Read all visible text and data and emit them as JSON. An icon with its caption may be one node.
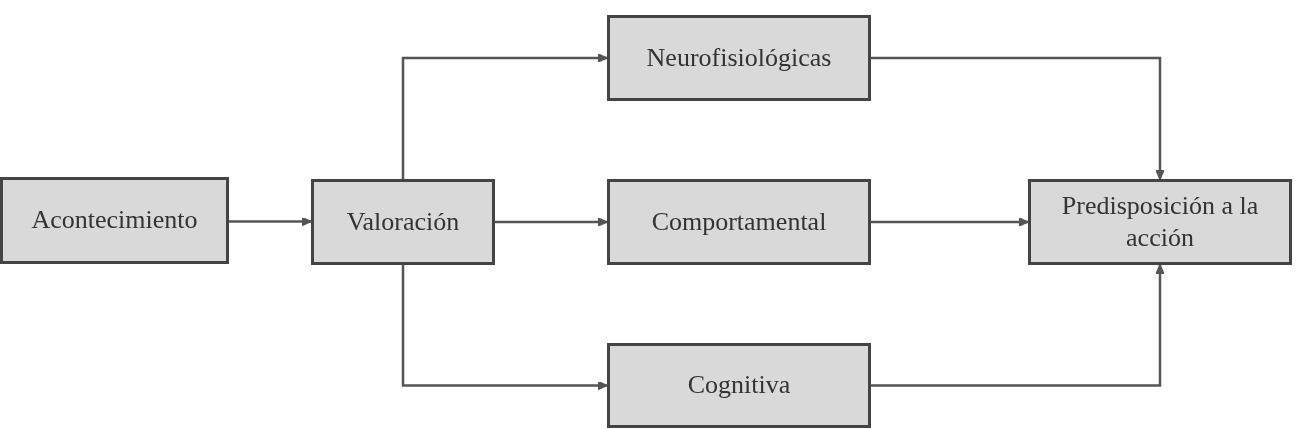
{
  "diagram": {
    "nodes": [
      {
        "text": [
          "Acontecimiento"
        ]
      },
      {
        "text": [
          "Valoración"
        ]
      },
      {
        "text": [
          "Neurofisiológicas"
        ]
      },
      {
        "text": [
          "Comportamental"
        ]
      },
      {
        "text": [
          "Cognitiva"
        ]
      },
      {
        "text": [
          "Predisposición a la acción"
        ]
      }
    ],
    "edges": [
      {
        "from": 0,
        "to": 1,
        "arrow": "to"
      },
      {
        "from": 1,
        "to": 2,
        "arrow": "to"
      },
      {
        "from": 1,
        "to": 3,
        "arrow": "to"
      },
      {
        "from": 1,
        "to": 4,
        "arrow": "to"
      },
      {
        "from": 2,
        "to": 5,
        "arrow": "to"
      },
      {
        "from": 3,
        "to": 5,
        "arrow": "to"
      },
      {
        "from": 4,
        "to": 5,
        "arrow": "to"
      }
    ]
  }
}
